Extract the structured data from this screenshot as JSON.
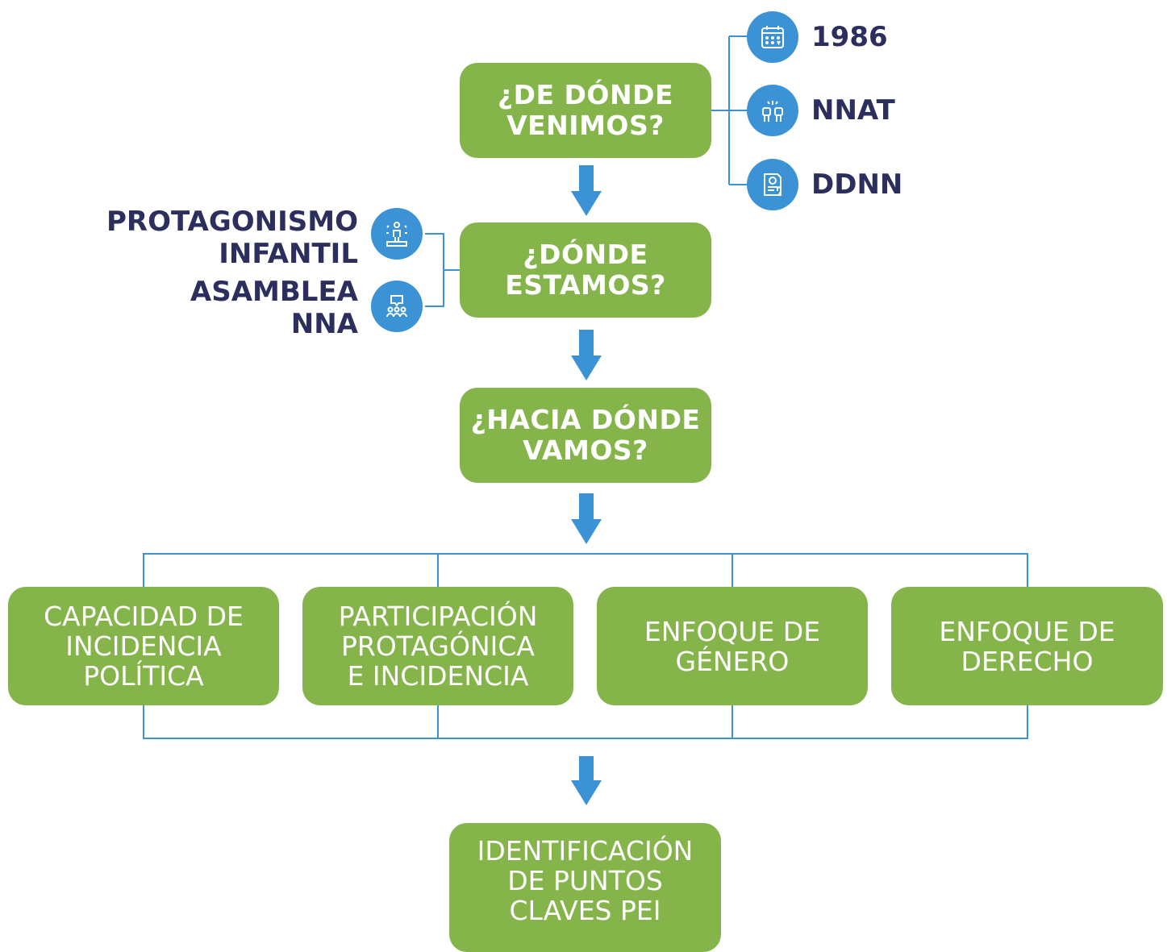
{
  "colors": {
    "box_fill": "#85b44a",
    "box_text": "#ffffff",
    "arrow": "#3b92d5",
    "connector": "#3b92d5",
    "icon_bg": "#3b92d5",
    "label_text": "#2c2e5e"
  },
  "steps": {
    "from": {
      "line1": "¿DE DÓNDE",
      "line2": "VENIMOS?"
    },
    "where": {
      "line1": "¿DÓNDE",
      "line2": "ESTAMOS?"
    },
    "to": {
      "line1": "¿HACIA DÓNDE",
      "line2": "VAMOS?"
    }
  },
  "origins": [
    {
      "label": "1986",
      "icon": "calendar-icon"
    },
    {
      "label": "NNAT",
      "icon": "raised-fists-icon"
    },
    {
      "label": "DDNN",
      "icon": "rights-document-icon"
    }
  ],
  "present": [
    {
      "line1": "PROTAGONISMO",
      "line2": "INFANTIL",
      "icon": "person-on-podium-icon"
    },
    {
      "line1": "ASAMBLEA",
      "line2": "NNA",
      "icon": "group-discussion-icon"
    }
  ],
  "pillars": [
    {
      "lines": [
        "CAPACIDAD DE",
        "INCIDENCIA",
        "POLÍTICA"
      ]
    },
    {
      "lines": [
        "PARTICIPACIÓN",
        "PROTAGÓNICA",
        "E INCIDENCIA"
      ]
    },
    {
      "lines": [
        "ENFOQUE DE",
        "GÉNERO"
      ]
    },
    {
      "lines": [
        "ENFOQUE DE",
        "DERECHO"
      ]
    }
  ],
  "result": {
    "lines": [
      "IDENTIFICACIÓN",
      "DE PUNTOS",
      "CLAVES PEI"
    ]
  }
}
